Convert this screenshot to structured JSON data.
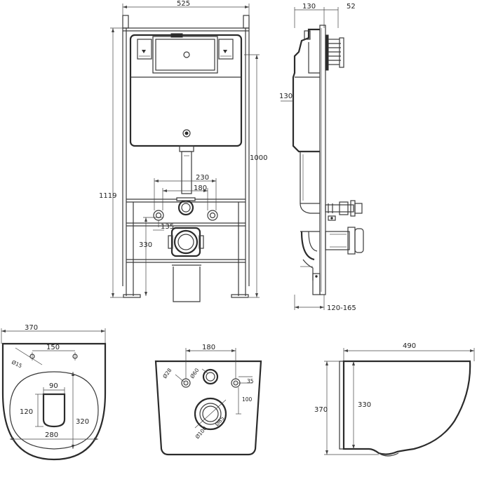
{
  "frame_front": {
    "width": "525",
    "height_total": "1119",
    "height_cistern": "1000",
    "outlet_spacing_outer": "230",
    "outlet_spacing_inner": "180",
    "drain_height": "330",
    "inlet_offset": "135"
  },
  "frame_side": {
    "depth_front": "130",
    "depth_plate": "52",
    "depth_body": "130",
    "wall_range": "120-165"
  },
  "bowl_top": {
    "width": "370",
    "hole_spacing": "150",
    "hole_diameter": "Ø15",
    "seat_width": "90",
    "seat_depth": "120",
    "inner_length": "320",
    "inner_width": "280"
  },
  "bowl_back": {
    "bolt_spacing": "180",
    "bolt_diameter": "Ø28",
    "inlet_diameter": "Ø60",
    "offset_small": "35",
    "offset_large": "100",
    "outlet_inner_diameter": "Ø85",
    "outlet_outer_diameter": "Ø100"
  },
  "bowl_side": {
    "length": "490",
    "height_outer": "370",
    "height_inner": "330"
  }
}
